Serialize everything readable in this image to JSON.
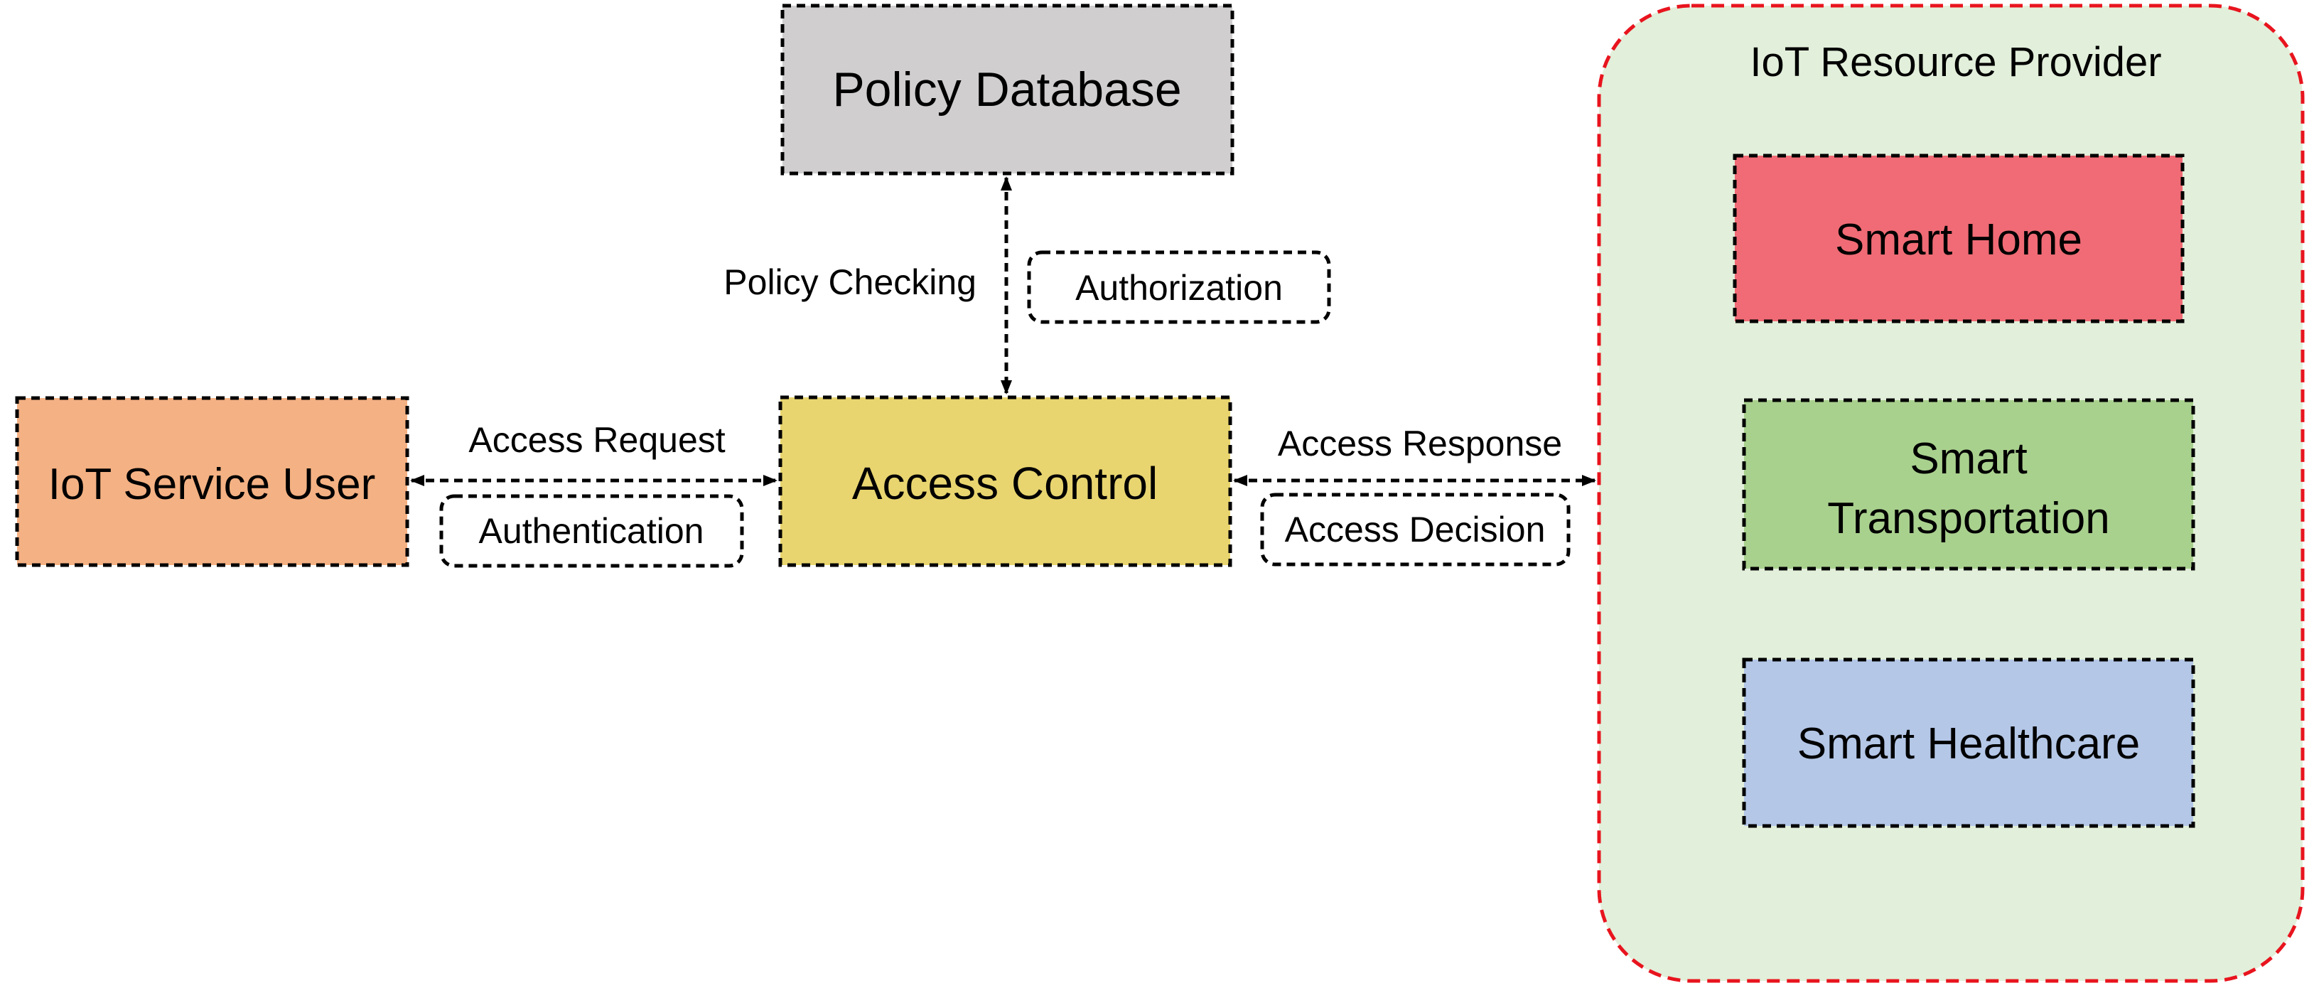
{
  "nodes": {
    "policy_database": {
      "label": "Policy Database",
      "color": "#d0cece"
    },
    "access_control": {
      "label": "Access Control",
      "color": "#e8d56f"
    },
    "iot_service_user": {
      "label": "IoT Service User",
      "color": "#f4b183"
    },
    "provider": {
      "label": "IoT Resource Provider",
      "color": "#e2efda",
      "border_color": "#e8141e",
      "items": {
        "smart_home": {
          "label": "Smart Home",
          "color": "#f06b75"
        },
        "smart_transportation": {
          "line1": "Smart",
          "line2": "Transportation",
          "color": "#a9d18e"
        },
        "smart_healthcare": {
          "label": "Smart Healthcare",
          "color": "#b4c7e7"
        }
      }
    }
  },
  "edges": {
    "policy_checking": "Policy Checking",
    "authorization": "Authorization",
    "access_request": "Access Request",
    "authentication": "Authentication",
    "access_response": "Access Response",
    "access_decision": "Access Decision"
  }
}
